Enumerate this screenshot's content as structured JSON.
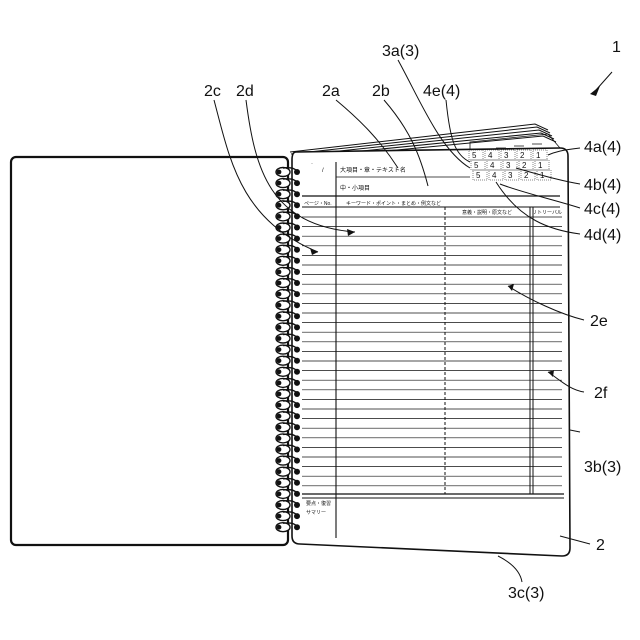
{
  "labels": {
    "fig_num": "1",
    "l_2c": "2c",
    "l_2d": "2d",
    "l_2a": "2a",
    "l_2b": "2b",
    "l_3a": "3a(3)",
    "l_4e": "4e(4)",
    "l_4a": "4a(4)",
    "l_4b": "4b(4)",
    "l_4c": "4c(4)",
    "l_4d": "4d(4)",
    "l_2e": "2e",
    "l_2f": "2f",
    "l_3b": "3b(3)",
    "l_2": "2",
    "l_3c": "3c(3)"
  },
  "page_text": {
    "slash": "/",
    "major": "大項目・章・テキスト名",
    "minor": "中・小項目",
    "page_no": "ページ・No.",
    "keywords": "キーワード・ポイント・まとめ・例文など",
    "meaning": "意義・説明・原文など",
    "review": "リトリーバル",
    "summary1": "要点・復習",
    "summary2": "サマリー"
  },
  "tabs": {
    "row_a": [
      "5",
      "4",
      "3",
      "2",
      "1"
    ],
    "row_b": [
      "5",
      "4",
      "3",
      "2",
      "1"
    ],
    "row_c": [
      "5",
      "4",
      "3",
      "2",
      "1"
    ]
  }
}
